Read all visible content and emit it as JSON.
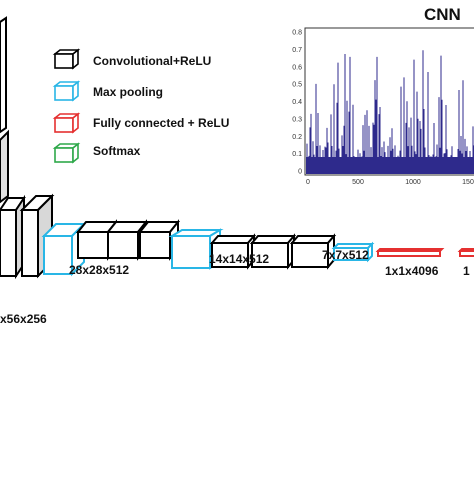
{
  "cnn_title": "CNN",
  "legend": [
    {
      "label": "Convolutional+ReLU",
      "color": "#000000"
    },
    {
      "label": "Max pooling",
      "color": "#29b6e6"
    },
    {
      "label": "Fully connected + ReLU",
      "color": "#e53030"
    },
    {
      "label": "Softmax",
      "color": "#2ea84a"
    }
  ],
  "layer_labels": {
    "l256": "x56x256",
    "l512a": "28x28x512",
    "l512b": "14x14x512",
    "l512c": "7x7x512",
    "fc1": "1x1x4096",
    "fc2": "1"
  },
  "signal_chart": {
    "type": "bar",
    "y_ticks": [
      "0.8",
      "0.7",
      "0.6",
      "0.5",
      "0.4",
      "0.3",
      "0.2",
      "0.1",
      "0"
    ],
    "x_ticks": [
      "0",
      "500",
      "1000",
      "150"
    ],
    "bar_color": "#2e2a8c"
  }
}
